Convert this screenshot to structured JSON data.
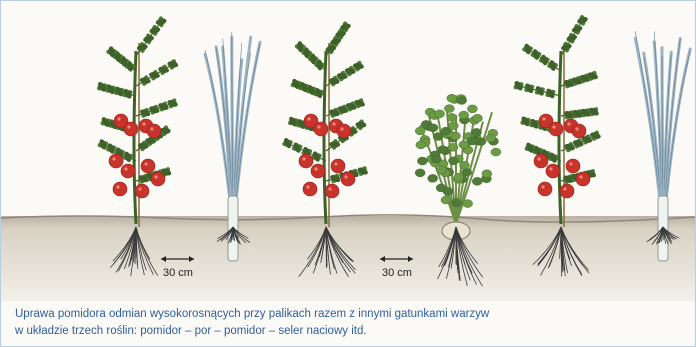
{
  "spacing": [
    "30 cm",
    "30 cm"
  ],
  "caption": {
    "line1": "Uprawa pomidora odmian wysokorosnących przy palikach razem z innymi gatunkami warzyw",
    "line2": "w układzie trzech roślin: pomidor – por – pomidor – seler naciowy itd."
  },
  "sequence": [
    "tomato",
    "leek",
    "tomato",
    "celery",
    "tomato",
    "leek"
  ],
  "colors": {
    "leaf": "#4f7a37",
    "leaf_dark": "#3d6128",
    "tomato": "#c8332b",
    "soil": "#c9c2b3",
    "leek": "#9db3c2",
    "root": "#3a3a3a",
    "caption_text": "#2f5f9d"
  }
}
